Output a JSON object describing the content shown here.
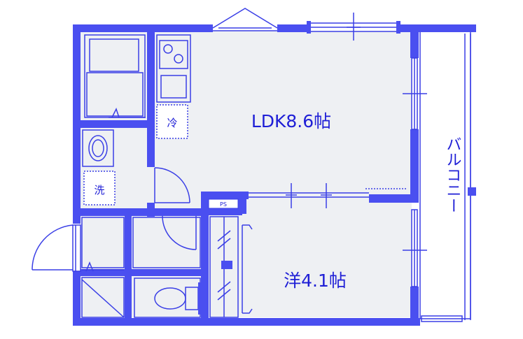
{
  "rooms": {
    "ldk": "LDK8.6帖",
    "western": "洋4.1帖",
    "balcony": "バルコニー"
  },
  "fixtures": {
    "fridge": "冷",
    "washer": "洗",
    "pipe_space": "PS"
  },
  "colors": {
    "wall": "#4a4ff0",
    "line": "#3a3fe6",
    "floor": "#eef0f3",
    "text": "#1f1fd6"
  }
}
